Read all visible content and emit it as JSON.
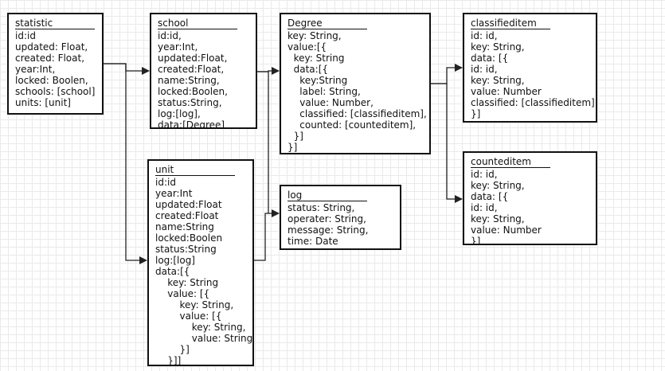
{
  "entities": {
    "statistic": {
      "title": "statistic",
      "lines": [
        "id:id",
        "updated: Float,",
        "created: Float,",
        "year:Int,",
        "locked: Boolen,",
        "schools: [school]",
        "units: [unit]"
      ]
    },
    "school": {
      "title": "school",
      "lines": [
        "id:id,",
        "year:Int,",
        "updated:Float,",
        "created:Float,",
        "name:String,",
        "locked:Boolen,",
        "status:String,",
        "log:[log],",
        "data:[Degree]"
      ]
    },
    "degree": {
      "title": "Degree",
      "lines": [
        "key: String,",
        "value:[{",
        "  key: String",
        "  data:[{",
        "    key:String",
        "    label: String,",
        "    value: Number,",
        "    classified: [classifieditem],",
        "    counted: [counteditem],",
        "  }]",
        "}]"
      ]
    },
    "classifieditem": {
      "title": "classifieditem",
      "lines": [
        "id: id,",
        "key: String,",
        "data: [{",
        "id: id,",
        "key: String,",
        "value: Number",
        "classified: [classifieditem]",
        "}]"
      ]
    },
    "counteditem": {
      "title": "counteditem",
      "lines": [
        "id: id,",
        "key: String,",
        "data: [{",
        "id: id,",
        "key: String,",
        "value: Number",
        "}]"
      ]
    },
    "unit": {
      "title": "unit",
      "lines": [
        "id:id",
        "year:Int",
        "updated:Float",
        "created:Float",
        "name:String",
        "locked:Boolen",
        "status:String",
        "log:[log]",
        "data:[{",
        "    key: String",
        "    value: [{",
        "        key: String,",
        "        value: [{",
        "            key: String,",
        "            value: String",
        "        }]",
        "    }]]"
      ]
    },
    "log": {
      "title": "log",
      "lines": [
        "status: String,",
        "operater: String,",
        "message: String,",
        "time: Date"
      ]
    }
  }
}
